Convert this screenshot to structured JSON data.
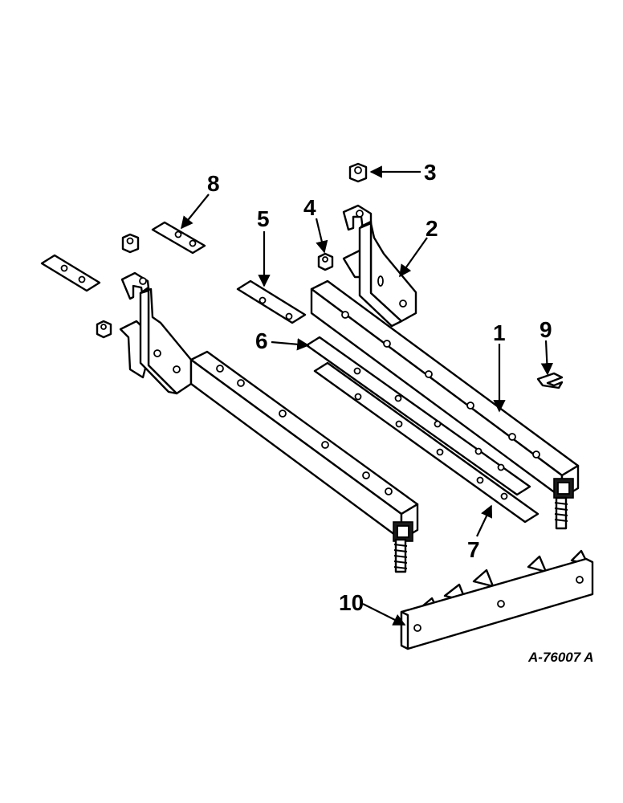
{
  "callouts": {
    "c1": "1",
    "c2": "2",
    "c3": "3",
    "c4": "4",
    "c5": "5",
    "c6": "6",
    "c7": "7",
    "c8": "8",
    "c9": "9",
    "c10": "10"
  },
  "drawing_id": "A-76007 A"
}
